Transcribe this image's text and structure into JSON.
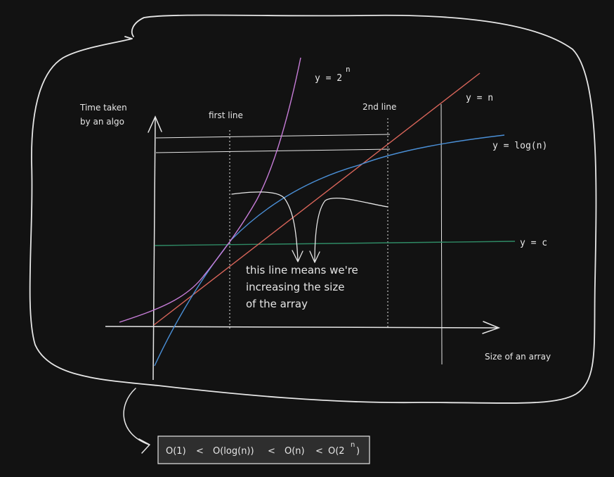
{
  "y_axis_label": [
    "Time taken",
    "by an algo"
  ],
  "x_axis_label": "Size of an array",
  "markers": {
    "first": "first line",
    "second": "2nd line"
  },
  "curve_labels": {
    "exp_base": "y = 2",
    "exp_sup": "n",
    "linear": "y = n",
    "log": "y = log(n)",
    "const": "y = c"
  },
  "annotation": [
    "this line means we're",
    "increasing the size",
    "of the array"
  ],
  "complexity_order": {
    "o1": "O(1)",
    "olog": "O(log(n))",
    "on": "O(n)",
    "o2n_base": "O(2",
    "o2n_sup": "n",
    "o2n_close": ")",
    "lt": "<"
  },
  "colors": {
    "background": "#121212",
    "stroke": "#e6e6e6",
    "exponential": "#c77dd8",
    "linear": "#d9655a",
    "logarithmic": "#4a8fd6",
    "constant": "#2f8a65"
  }
}
